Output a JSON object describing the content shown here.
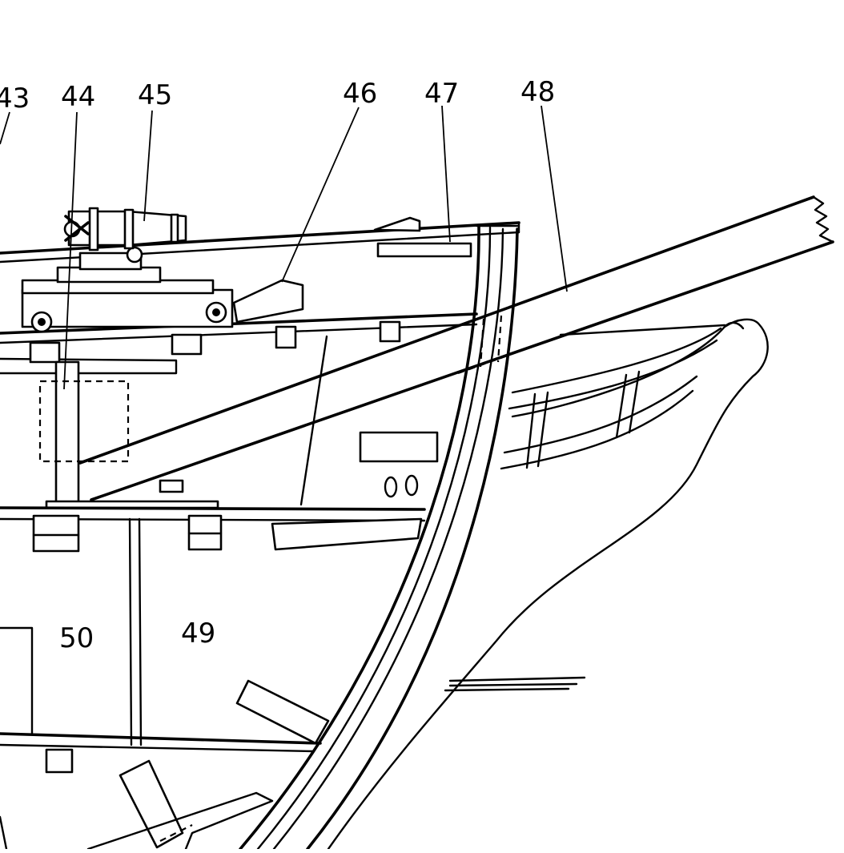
{
  "callouts": [
    {
      "id": "43",
      "label": "43"
    },
    {
      "id": "44",
      "label": "44"
    },
    {
      "id": "45",
      "label": "45"
    },
    {
      "id": "46",
      "label": "46"
    },
    {
      "id": "47",
      "label": "47"
    },
    {
      "id": "48",
      "label": "48"
    }
  ],
  "compartments": [
    {
      "id": "50",
      "label": "50"
    },
    {
      "id": "49",
      "label": "49"
    }
  ],
  "colors": {
    "ink": "#000000",
    "paper": "#ffffff"
  }
}
